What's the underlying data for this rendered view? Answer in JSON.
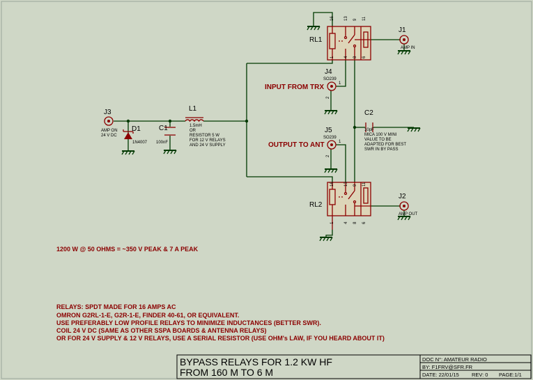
{
  "components": {
    "j1": {
      "ref": "J1",
      "value": "AMP IN"
    },
    "j2": {
      "ref": "J2",
      "value": "AMP OUT"
    },
    "j3": {
      "ref": "J3",
      "value_lines": [
        "AMP ON",
        "24 V DC"
      ]
    },
    "j4": {
      "ref": "J4",
      "value": "SO239"
    },
    "j5": {
      "ref": "J5",
      "value": "SO239"
    },
    "d1": {
      "ref": "D1",
      "value": "1N4007"
    },
    "c1": {
      "ref": "C1",
      "value": "100nF"
    },
    "c2": {
      "ref": "C2",
      "value_lines": [
        "10pF",
        "MICA 100 V MINI",
        "VALUE TO BE",
        "ADAPTED FOR BEST",
        "SWR IN BY PASS"
      ]
    },
    "l1": {
      "ref": "L1",
      "value_lines": [
        "1.5mH",
        "OR",
        "RESISTOR 5 W",
        "FOR 12  V RELAYS",
        "AND 24 V SUPPLY"
      ]
    },
    "rl1": {
      "ref": "RL1"
    },
    "rl2": {
      "ref": "RL2"
    }
  },
  "relay_pins": {
    "top": [
      "16",
      "13",
      "9",
      "11"
    ],
    "bottom": [
      "1",
      "4",
      "8",
      "6"
    ]
  },
  "j_pins": {
    "pin1": "1",
    "pin2": "2"
  },
  "net_labels": {
    "input": "INPUT FROM TRX",
    "output": "OUTPUT TO ANT"
  },
  "notes": {
    "power": "1200 W @ 50 OHMS = ~350 V PEAK & 7 A PEAK",
    "relays": [
      "RELAYS: SPDT MADE FOR 16 AMPS AC",
      "OMRON G2RL-1-E, G2R-1-E, FINDER 40-61, OR EQUIVALENT.",
      "USE PREFERABLY LOW PROFILE RELAYS TO MINIMIZE INDUCTANCES (BETTER SWR).",
      "COIL 24 V DC (SAME AS OTHER SSPA BOARDS & ANTENNA RELAYS)",
      "OR FOR 24 V SUPPLY & 12 V RELAYS, USE A SERIAL RESISTOR (USE OHM's LAW, IF YOU HEARD ABOUT IT)"
    ]
  },
  "title_block": {
    "title_line1": "BYPASS RELAYS FOR 1.2 KW HF",
    "title_line2": "FROM 160 M TO 6 M",
    "doc": "DOC N°: AMATEUR RADIO",
    "by": "BY:  F1FRV@SFR.FR",
    "date": "DATE: 22/01/15",
    "rev": "REV:  0",
    "page": "PAGE:1/1"
  },
  "colors": {
    "background": "#cfd7c6",
    "component": "#8b0000",
    "wire": "#003800",
    "relay_fill": "#ddd5b8"
  }
}
